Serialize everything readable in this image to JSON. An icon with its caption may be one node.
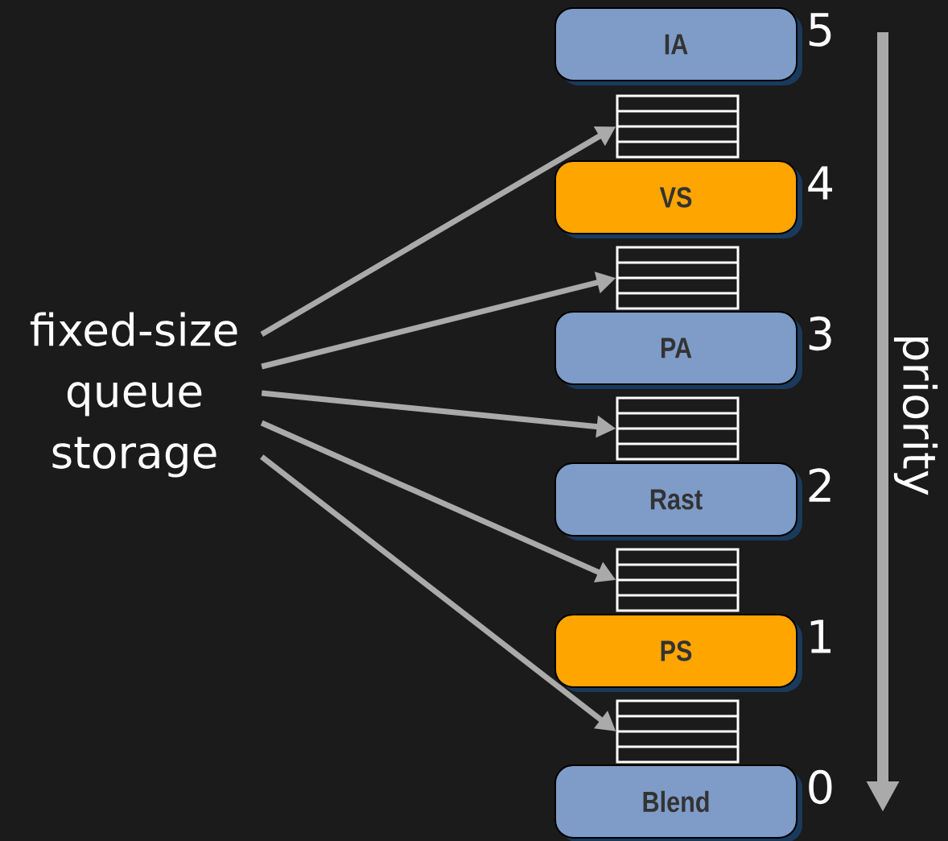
{
  "diagram": {
    "nodes": [
      {
        "text": [
          "IA"
        ],
        "beside": [
          "5"
        ]
      },
      {
        "text": [
          "VS"
        ],
        "beside": [
          "4"
        ]
      },
      {
        "text": [
          "PA"
        ],
        "beside": [
          "3"
        ]
      },
      {
        "text": [
          "Rast"
        ],
        "beside": [
          "2"
        ]
      },
      {
        "text": [
          "PS"
        ],
        "beside": [
          "1"
        ]
      },
      {
        "text": [
          "Blend"
        ],
        "beside": [
          "0"
        ]
      },
      {
        "text": [],
        "shape": "box"
      },
      {
        "text": [],
        "shape": "box"
      },
      {
        "text": [],
        "shape": "box"
      },
      {
        "text": [],
        "shape": "box"
      },
      {
        "text": [],
        "shape": "box"
      },
      {
        "text": [
          "fixed-size queue storage"
        ]
      }
    ],
    "edges": [
      {
        "from": 11,
        "to": 6,
        "arrow": "to"
      },
      {
        "from": 11,
        "to": 7,
        "arrow": "to"
      },
      {
        "from": 11,
        "to": 8,
        "arrow": "to"
      },
      {
        "from": 11,
        "to": 9,
        "arrow": "to"
      },
      {
        "from": 11,
        "to": 10,
        "arrow": "to"
      }
    ],
    "labels": [
      "priority"
    ]
  }
}
